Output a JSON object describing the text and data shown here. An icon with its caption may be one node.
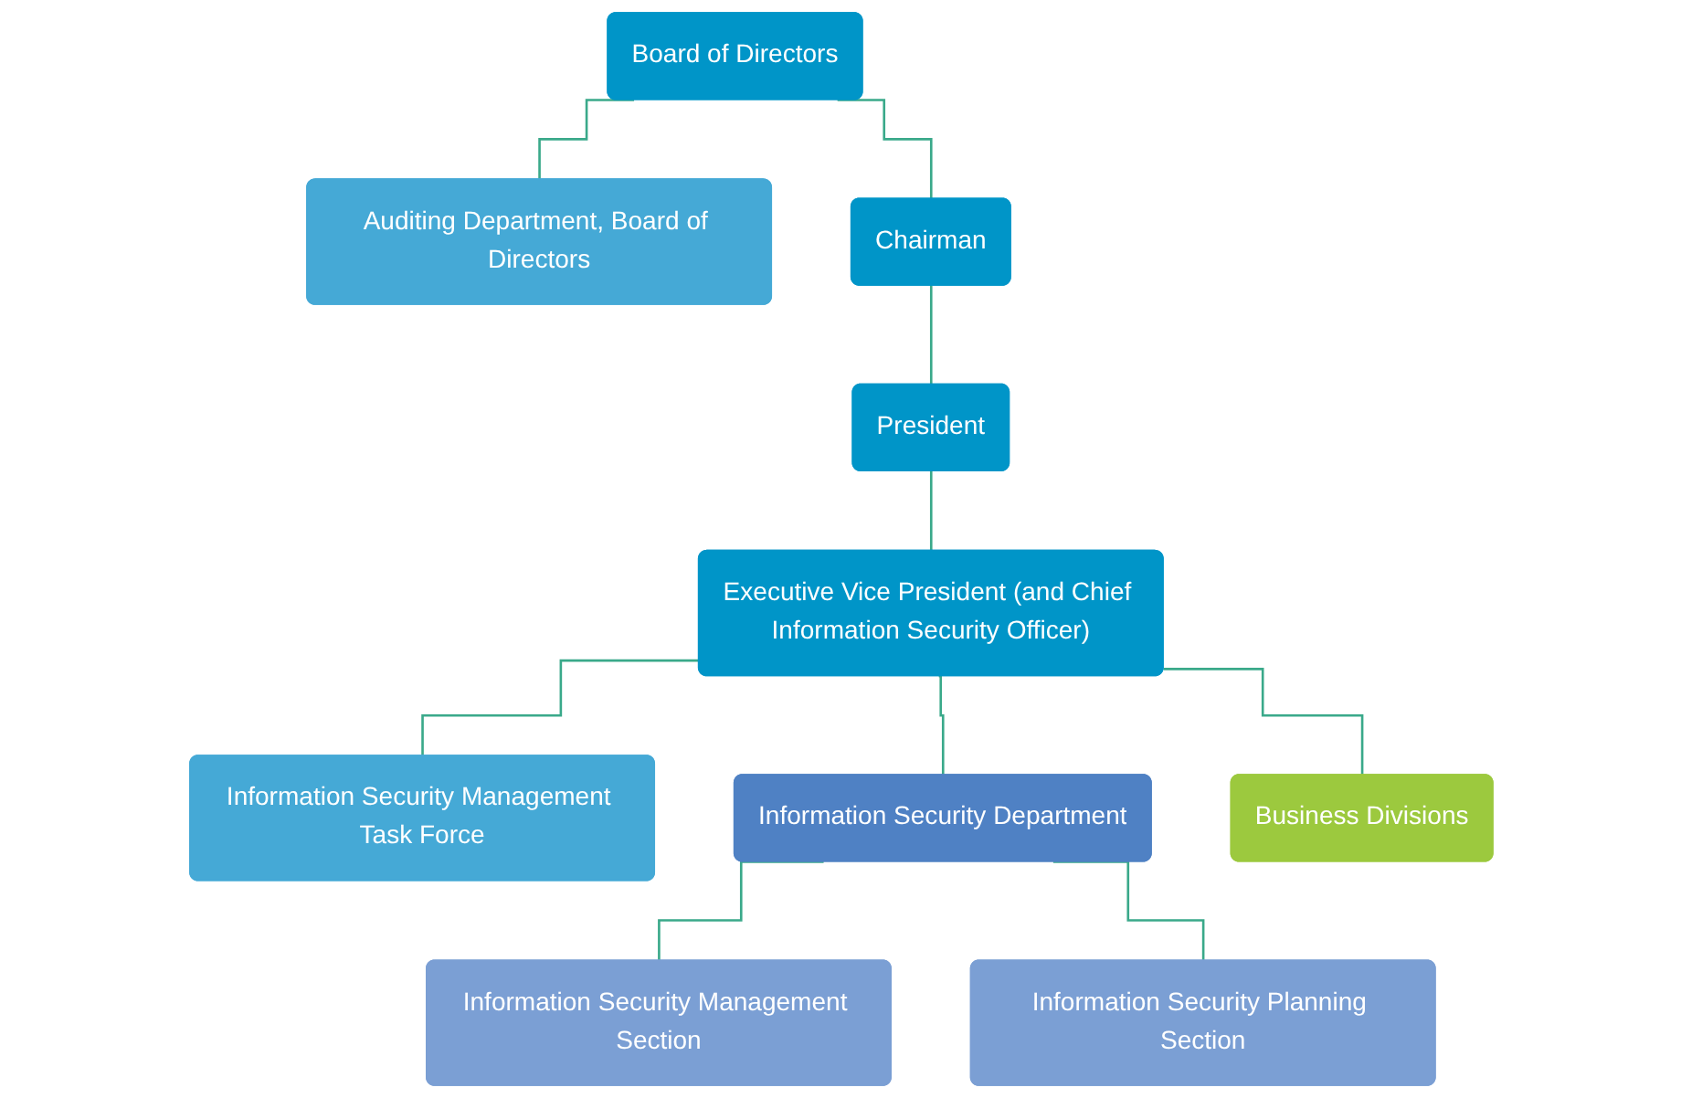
{
  "diagram": {
    "nodes": [
      {
        "text": [
          "Board of Directors"
        ]
      },
      {
        "text": [
          "Auditing Department, Board of Directors"
        ]
      },
      {
        "text": [
          "Chairman"
        ]
      },
      {
        "text": [
          "President"
        ]
      },
      {
        "text": [
          "Executive Vice President (and Chief Information Security Officer)"
        ]
      },
      {
        "text": [
          "Information Security Management Task Force"
        ]
      },
      {
        "text": [
          "Information Security Department"
        ]
      },
      {
        "text": [
          "Business Divisions"
        ]
      },
      {
        "text": [
          "Information Security Management Section"
        ]
      },
      {
        "text": [
          "Information Security Planning Section"
        ]
      }
    ],
    "edges": [
      {
        "from": 0,
        "to": 2,
        "arrow": "none"
      },
      {
        "from": 0,
        "to": 1,
        "arrow": "none"
      },
      {
        "from": 2,
        "to": 3,
        "arrow": "none"
      },
      {
        "from": 3,
        "to": 4,
        "arrow": "none"
      },
      {
        "from": 4,
        "to": 5,
        "arrow": "none"
      },
      {
        "from": 4,
        "to": 6,
        "arrow": "none"
      },
      {
        "from": 4,
        "to": 7,
        "arrow": "none"
      },
      {
        "from": 6,
        "to": 8,
        "arrow": "none"
      },
      {
        "from": 6,
        "to": 9,
        "arrow": "none"
      }
    ]
  }
}
